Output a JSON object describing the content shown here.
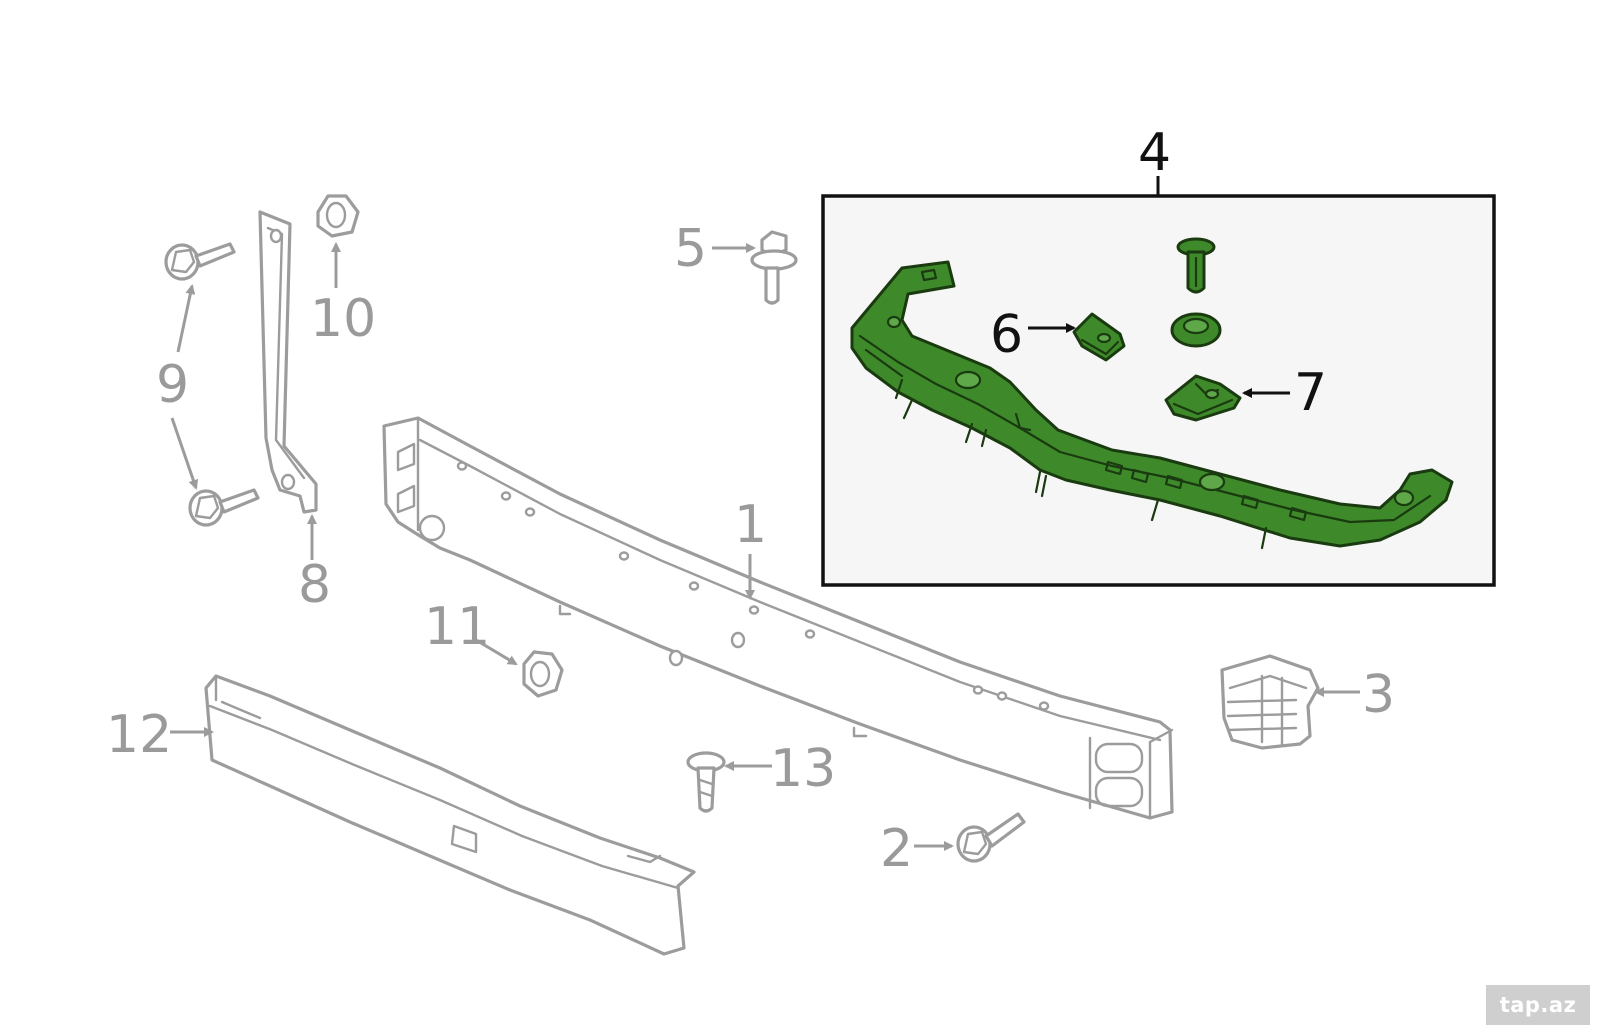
{
  "callouts": {
    "c1": "1",
    "c2": "2",
    "c3": "3",
    "c4": "4",
    "c5": "5",
    "c6": "6",
    "c7": "7",
    "c8": "8",
    "c9": "9",
    "c10": "10",
    "c11": "11",
    "c12": "12",
    "c13": "13"
  },
  "watermark": "tap.az",
  "colors": {
    "highlight_part": "#3e8a2a",
    "line_art": "#9c9c9c",
    "inset_border": "#111111",
    "watermark_bg": "#cfcfcf"
  }
}
